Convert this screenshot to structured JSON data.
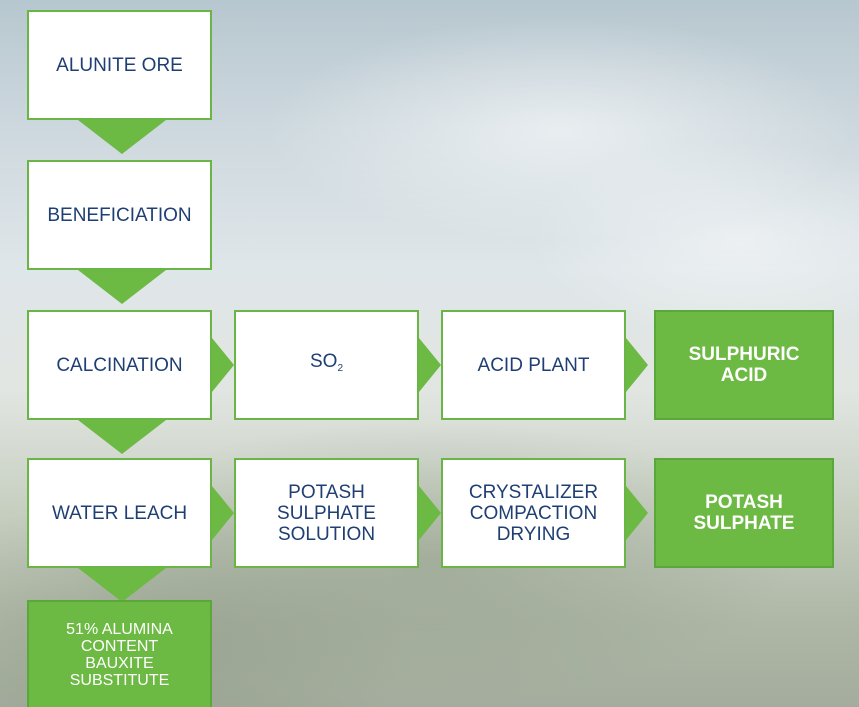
{
  "nodes": {
    "alunite_ore": "ALUNITE ORE",
    "beneficiation": "BENEFICIATION",
    "calcination": "CALCINATION",
    "so2_main": "SO",
    "so2_sub": "2",
    "acid_plant": "ACID PLANT",
    "sulphuric_acid_line1": "SULPHURIC",
    "sulphuric_acid_line2": "ACID",
    "water_leach": "WATER LEACH",
    "potash_solution_line1": "POTASH",
    "potash_solution_line2": "SULPHATE",
    "potash_solution_line3": "SOLUTION",
    "crystalizer_line1": "CRYSTALIZER",
    "crystalizer_line2": "COMPACTION",
    "crystalizer_line3": "DRYING",
    "potash_sulphate_line1": "POTASH",
    "potash_sulphate_line2": "SULPHATE",
    "alumina_line1": "51% ALUMINA",
    "alumina_line2": "CONTENT",
    "alumina_line3": "BAUXITE",
    "alumina_line4": "SUBSTITUTE"
  },
  "colors": {
    "accent_green": "#6cb944",
    "border_green": "#69b545",
    "text_navy": "#1f3f74"
  }
}
